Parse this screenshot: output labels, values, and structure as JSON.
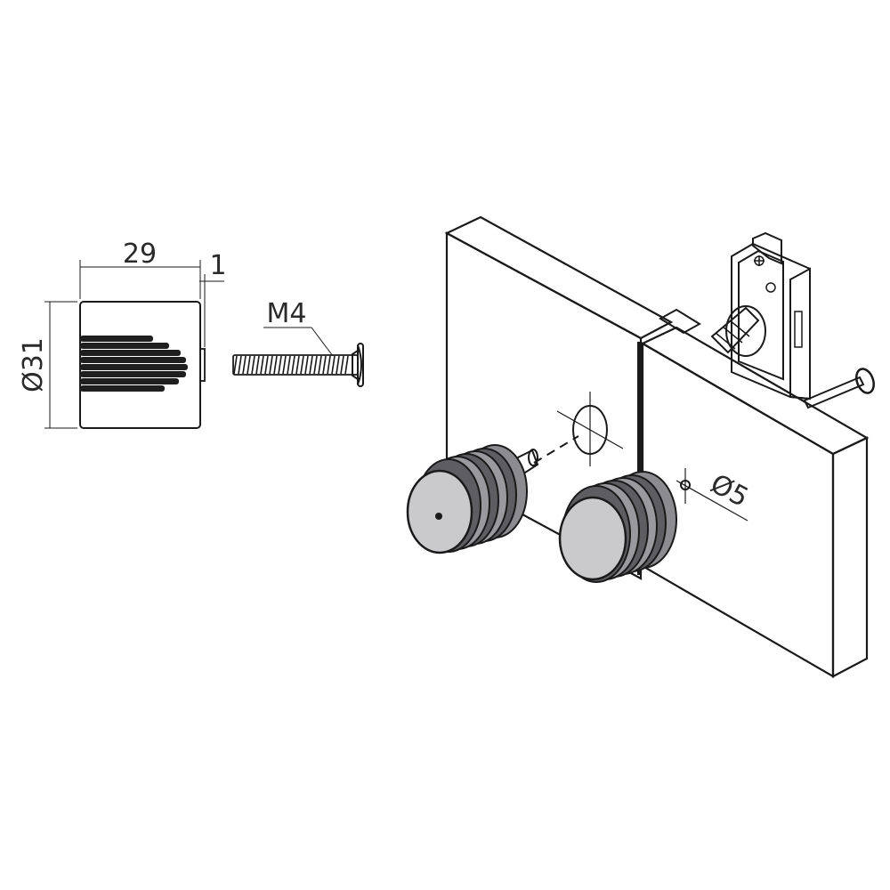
{
  "dimensions": {
    "length": "29",
    "flange": "1",
    "diameter": "Ø31",
    "thread": "M4",
    "hole": "Ø5"
  },
  "colors": {
    "line": "#1a1a1a",
    "glass_face": "#e4e4e6",
    "glass_edge": "#cfcfd2",
    "knob_face": "#c9c9cc",
    "knob_body": "#8c8c90",
    "knob_groove": "#5e5e62"
  }
}
